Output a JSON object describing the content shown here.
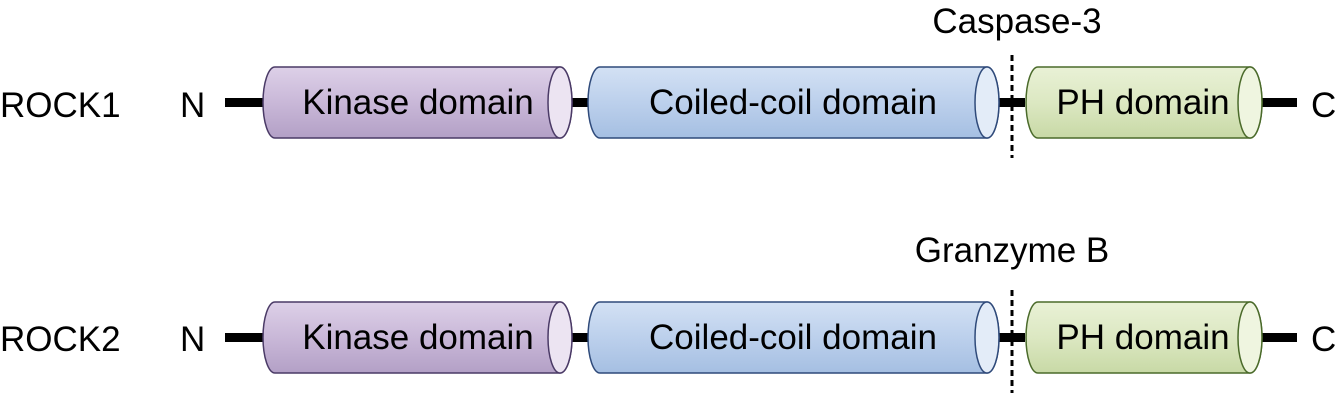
{
  "colors": {
    "kinase": "#c9b8d8",
    "kinase_stroke": "#4a3a66",
    "coiled": "#bcd0ec",
    "coiled_stroke": "#2f4a7a",
    "ph": "#dce8c2",
    "ph_stroke": "#4a6a2a",
    "line": "#000000"
  },
  "proteins": [
    {
      "name": "ROCK1",
      "n_label": "N",
      "c_label": "C",
      "domains": [
        "Kinase domain",
        "Coiled-coil domain",
        "PH domain"
      ],
      "cleavage_label": "Caspase-3"
    },
    {
      "name": "ROCK2",
      "n_label": "N",
      "c_label": "C",
      "domains": [
        "Kinase domain",
        "Coiled-coil domain",
        "PH domain"
      ],
      "cleavage_label": "Granzyme B"
    }
  ]
}
